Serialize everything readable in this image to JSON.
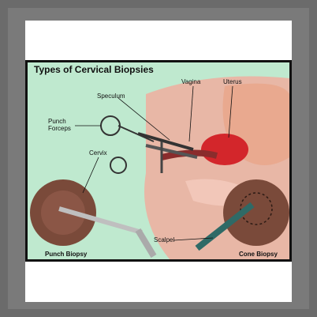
{
  "diagram": {
    "title": "Types of Cervical Biopsies",
    "labels": {
      "vagina": "Vagina",
      "uterus": "Uterus",
      "speculum": "Speculum",
      "punch_forceps": "Punch\nForceps",
      "cervix": "Cervix",
      "scalpel": "Scalpel",
      "punch_biopsy": "Punch Biopsy",
      "cone_biopsy": "Cone Biopsy"
    }
  },
  "colors": {
    "background_green": "#bfe9cf",
    "tissue": "#7a4a3a",
    "uterus_red": "#d3262b",
    "frame_gray": "#6b6b6b"
  }
}
